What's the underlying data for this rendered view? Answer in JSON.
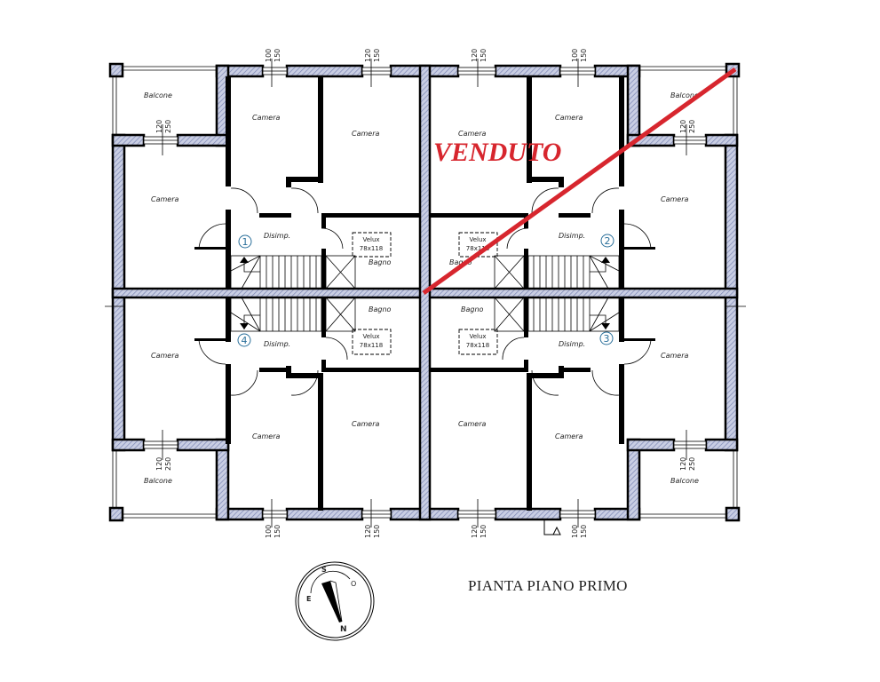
{
  "drawing": {
    "title": "PIANTA PIANO PRIMO",
    "stamp": "VENDUTO",
    "stamp_color": "#d7262e",
    "wall_hatch_color": "#9aa4c8",
    "wall_color": "#000000"
  },
  "rooms": {
    "balcone": "Balcone",
    "camera": "Camera",
    "disimp": "Disimp.",
    "bagno": "Bagno",
    "velux_line1": "Velux",
    "velux_line2": "78x118"
  },
  "units": [
    {
      "number": "1",
      "position": "top-left"
    },
    {
      "number": "2",
      "position": "top-right"
    },
    {
      "number": "3",
      "position": "bottom-right"
    },
    {
      "number": "4",
      "position": "bottom-left"
    }
  ],
  "window_dims": {
    "w100": "100",
    "w120": "120",
    "h150": "150",
    "h250": "250"
  },
  "compass": {
    "s": "S",
    "o": "O",
    "e": "E",
    "n": "N"
  }
}
